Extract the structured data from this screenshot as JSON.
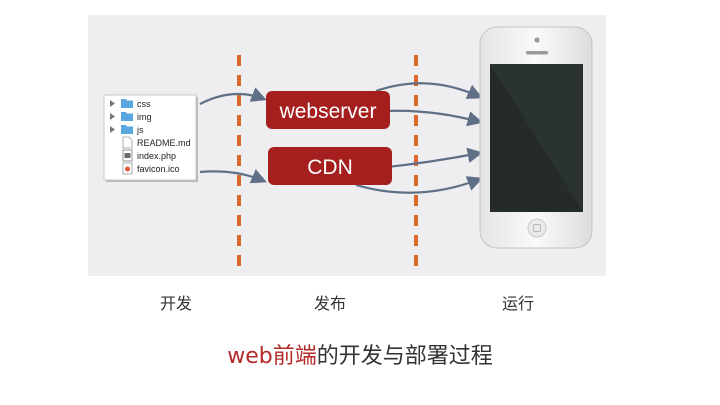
{
  "colors": {
    "panel_bg": "#eeeef0",
    "box_fill": "#a61f1f",
    "divider": "#d9692b",
    "arrow": "#5f6f86"
  },
  "files": {
    "items": [
      {
        "name": "css",
        "icon": "folder-icon",
        "collapsible": true
      },
      {
        "name": "img",
        "icon": "folder-icon",
        "collapsible": true
      },
      {
        "name": "js",
        "icon": "folder-icon",
        "collapsible": true
      },
      {
        "name": "README.md",
        "icon": "file-icon",
        "collapsible": false
      },
      {
        "name": "index.php",
        "icon": "php-file-icon",
        "collapsible": false
      },
      {
        "name": "favicon.ico",
        "icon": "image-file-icon",
        "collapsible": false
      }
    ]
  },
  "boxes": {
    "webserver": "webserver",
    "cdn": "CDN"
  },
  "stages": {
    "develop": "开发",
    "publish": "发布",
    "run": "运行"
  },
  "caption": {
    "highlight": "web前端",
    "rest": "的开发与部署过程"
  }
}
